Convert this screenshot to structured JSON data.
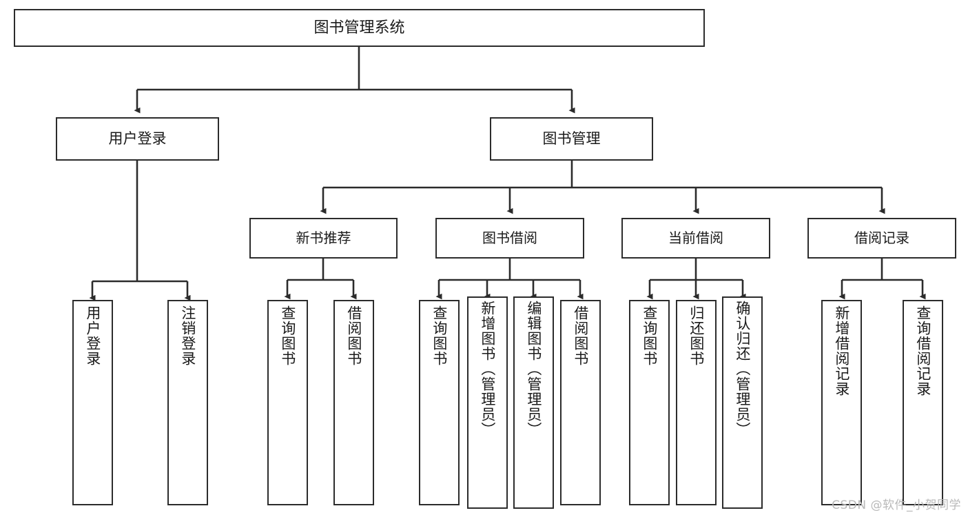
{
  "diagram": {
    "type": "tree-hierarchy",
    "title": "图书管理系统",
    "watermark": "CSDN @软件_小贺同学",
    "palette": {
      "background": "#ffffff",
      "box_border": "#2b2b2b",
      "box_fill": "#ffffff",
      "text": "#1a1a1a",
      "connector": "#2b2b2b",
      "watermark": "#b9b9b9"
    },
    "nodes": {
      "root": {
        "label": "图书管理系统"
      },
      "level2": [
        {
          "id": "user-login",
          "label": "用户登录"
        },
        {
          "id": "book-management",
          "label": "图书管理"
        }
      ],
      "level3": [
        {
          "id": "new-book-recommend",
          "label": "新书推荐"
        },
        {
          "id": "book-borrow",
          "label": "图书借阅"
        },
        {
          "id": "current-borrow",
          "label": "当前借阅"
        },
        {
          "id": "borrow-record",
          "label": "借阅记录"
        }
      ],
      "leaves": {
        "user_login": [
          {
            "id": "leaf-user-login",
            "label": "用户登录"
          },
          {
            "id": "leaf-logout",
            "label": "注销登录"
          }
        ],
        "new_book_recommend": [
          {
            "id": "leaf-query-book-1",
            "label": "查询图书"
          },
          {
            "id": "leaf-borrow-book-1",
            "label": "借阅图书"
          }
        ],
        "book_borrow": [
          {
            "id": "leaf-query-book-2",
            "label": "查询图书"
          },
          {
            "id": "leaf-add-book",
            "label": "新增图书（管理员）"
          },
          {
            "id": "leaf-edit-book",
            "label": "编辑图书（管理员）"
          },
          {
            "id": "leaf-borrow-book-2",
            "label": "借阅图书"
          }
        ],
        "current_borrow": [
          {
            "id": "leaf-query-book-3",
            "label": "查询图书"
          },
          {
            "id": "leaf-return-book",
            "label": "归还图书"
          },
          {
            "id": "leaf-confirm-return",
            "label": "确认归还（管理员）"
          }
        ],
        "borrow_record": [
          {
            "id": "leaf-add-record",
            "label": "新增借阅记录"
          },
          {
            "id": "leaf-query-record",
            "label": "查询借阅记录"
          }
        ]
      }
    },
    "edges": [
      {
        "from": "图书管理系统",
        "to": "用户登录"
      },
      {
        "from": "图书管理系统",
        "to": "图书管理"
      },
      {
        "from": "用户登录",
        "to": "用户登录"
      },
      {
        "from": "用户登录",
        "to": "注销登录"
      },
      {
        "from": "图书管理",
        "to": "新书推荐"
      },
      {
        "from": "图书管理",
        "to": "图书借阅"
      },
      {
        "from": "图书管理",
        "to": "当前借阅"
      },
      {
        "from": "图书管理",
        "to": "借阅记录"
      },
      {
        "from": "新书推荐",
        "to": "查询图书"
      },
      {
        "from": "新书推荐",
        "to": "借阅图书"
      },
      {
        "from": "图书借阅",
        "to": "查询图书"
      },
      {
        "from": "图书借阅",
        "to": "新增图书（管理员）"
      },
      {
        "from": "图书借阅",
        "to": "编辑图书（管理员）"
      },
      {
        "from": "图书借阅",
        "to": "借阅图书"
      },
      {
        "from": "当前借阅",
        "to": "查询图书"
      },
      {
        "from": "当前借阅",
        "to": "归还图书"
      },
      {
        "from": "当前借阅",
        "to": "确认归还（管理员）"
      },
      {
        "from": "借阅记录",
        "to": "新增借阅记录"
      },
      {
        "from": "借阅记录",
        "to": "查询借阅记录"
      }
    ]
  }
}
